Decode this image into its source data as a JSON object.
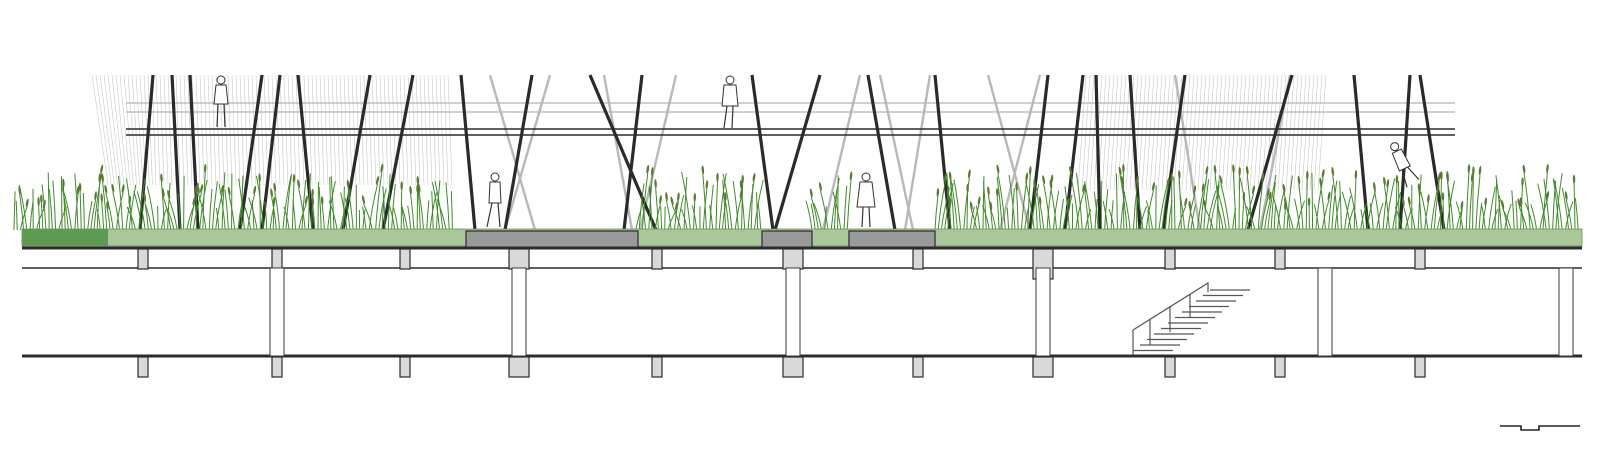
{
  "drawing": {
    "type": "architectural-section",
    "colors": {
      "vegetation": "#3f8a2a",
      "green_roof_strip": "#a9c79a",
      "green_roof_dark": "#5f9a52",
      "structure": "#2b2b2b",
      "background_poles": "#b8b8b8"
    },
    "elements": {
      "floor_levels": 3,
      "people_count": 5,
      "has_staircase": true,
      "has_scale_bar": true
    }
  }
}
